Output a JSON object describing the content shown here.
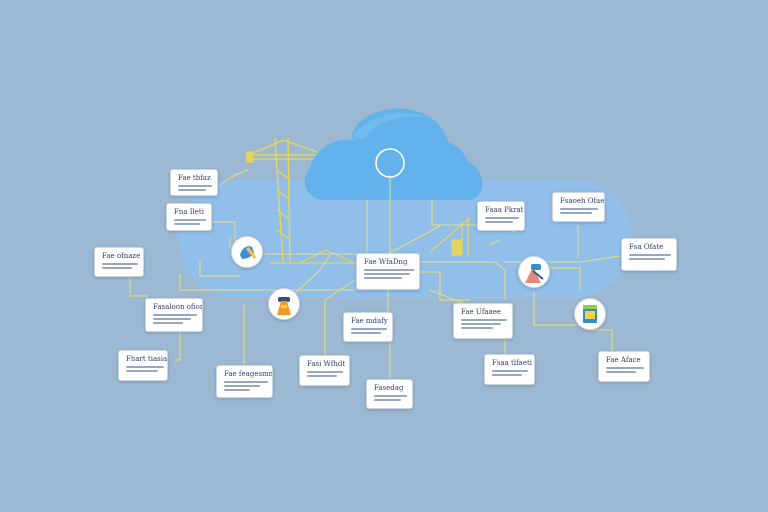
{
  "colors": {
    "background": "#9db8d3",
    "cloud": "#63b2ec",
    "connector": "#eadf76",
    "crane": "#e2d660",
    "card": "#ffffff",
    "card_title": "#2b3f66"
  },
  "cloud": {
    "node_icon": "circle-node-icon"
  },
  "cards": [
    {
      "id": "c1",
      "title": "Fae tbfaz"
    },
    {
      "id": "c2",
      "title": "Fna Ileti"
    },
    {
      "id": "c3",
      "title": "Fae ofnaze"
    },
    {
      "id": "c4",
      "title": "Fasaloon ofion"
    },
    {
      "id": "c5",
      "title": "Fhart tiasiau"
    },
    {
      "id": "c6",
      "title": "Fae feagesmmat"
    },
    {
      "id": "c7",
      "title": "Fasi Wfhdt"
    },
    {
      "id": "c8",
      "title": "Fae WfaDng"
    },
    {
      "id": "c9",
      "title": "Fae mdafy"
    },
    {
      "id": "c10",
      "title": "Fasedag"
    },
    {
      "id": "c11",
      "title": "Faaa Pkrat"
    },
    {
      "id": "c12",
      "title": "Fae Ufaaee"
    },
    {
      "id": "c13",
      "title": "Fsaa tlfaeti"
    },
    {
      "id": "c14",
      "title": "Fsaoeh Ofaetd"
    },
    {
      "id": "c15",
      "title": "Fsa Ofate"
    },
    {
      "id": "c16",
      "title": "Fae Aface"
    }
  ],
  "icons": [
    {
      "id": "i1",
      "name": "hand-tool-icon"
    },
    {
      "id": "i2",
      "name": "worker-icon"
    },
    {
      "id": "i3",
      "name": "crane-figure-icon"
    },
    {
      "id": "i4",
      "name": "building-block-icon"
    }
  ]
}
